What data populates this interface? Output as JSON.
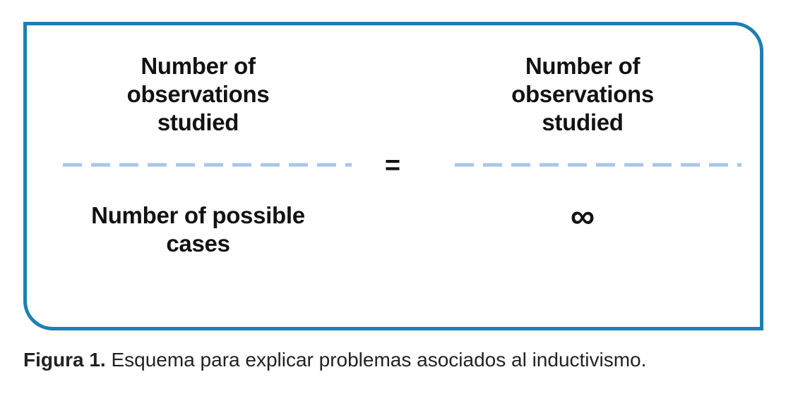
{
  "colors": {
    "border": "#1d7fb2",
    "dash": "#a9c6e8",
    "text": "#121212",
    "caption": "#222222"
  },
  "equation": {
    "left": {
      "numerator": "Number of\nobservations\nstudied",
      "denominator": "Number of possible\ncases"
    },
    "equals_sign": "=",
    "right": {
      "numerator": "Number of\nobservations\nstudied",
      "denominator": "∞"
    }
  },
  "caption": {
    "label": "Figura 1.",
    "text": " Esquema para explicar problemas asociados al inductivismo."
  }
}
